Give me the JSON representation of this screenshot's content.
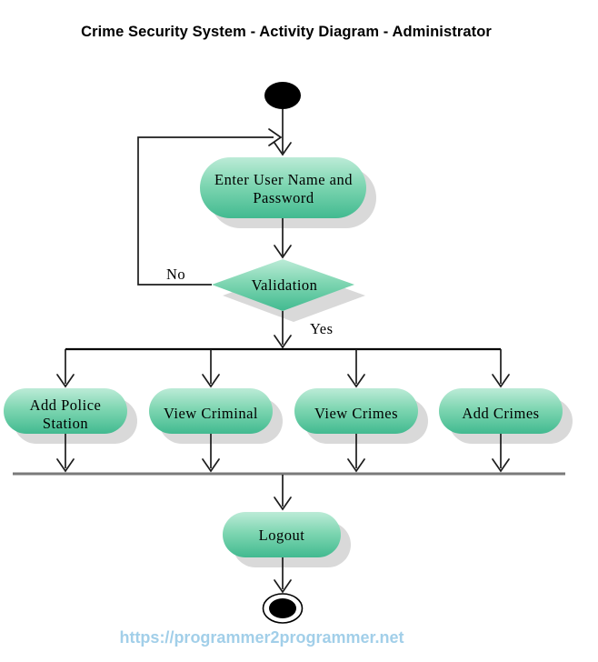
{
  "title": "Crime Security System - Activity Diagram - Administrator",
  "diagram": {
    "kind": "uml-activity-diagram",
    "nodes": {
      "start": {
        "type": "initial-node"
      },
      "enter_credentials": {
        "type": "activity",
        "line1": "Enter User Name and",
        "line2": "Password"
      },
      "validation": {
        "type": "decision",
        "label": "Validation"
      },
      "add_police_station": {
        "type": "activity",
        "line1": "Add Police",
        "line2": "Station"
      },
      "view_criminal": {
        "type": "activity",
        "label": "View Criminal"
      },
      "view_crimes": {
        "type": "activity",
        "label": "View Crimes"
      },
      "add_crimes": {
        "type": "activity",
        "label": "Add Crimes"
      },
      "logout": {
        "type": "activity",
        "label": "Logout"
      },
      "end": {
        "type": "final-node"
      }
    },
    "edge_labels": {
      "no": "No",
      "yes": "Yes"
    },
    "edges": [
      {
        "from": "start",
        "to": "enter_credentials"
      },
      {
        "from": "enter_credentials",
        "to": "validation"
      },
      {
        "from": "validation",
        "to": "enter_credentials",
        "label": "No"
      },
      {
        "from": "validation",
        "to": "fork-bar",
        "label": "Yes"
      },
      {
        "from": "fork-bar",
        "to": "add_police_station"
      },
      {
        "from": "fork-bar",
        "to": "view_criminal"
      },
      {
        "from": "fork-bar",
        "to": "view_crimes"
      },
      {
        "from": "fork-bar",
        "to": "add_crimes"
      },
      {
        "from": "add_police_station",
        "to": "join-bar"
      },
      {
        "from": "view_criminal",
        "to": "join-bar"
      },
      {
        "from": "view_crimes",
        "to": "join-bar"
      },
      {
        "from": "add_crimes",
        "to": "join-bar"
      },
      {
        "from": "join-bar",
        "to": "logout"
      },
      {
        "from": "logout",
        "to": "end"
      }
    ],
    "colors": {
      "node_gradient_top": "#bcebd7",
      "node_gradient_mid": "#7fd6b2",
      "node_gradient_bottom": "#42ba90",
      "shadow": "#d9d9d9",
      "line": "#1c1c1c",
      "fork_bar": "#000000",
      "join_bar": "#7a7a7a",
      "text": "#000000"
    }
  },
  "footer": {
    "url": "https://programmer2programmer.net",
    "url_color": "#a2cfe9"
  }
}
